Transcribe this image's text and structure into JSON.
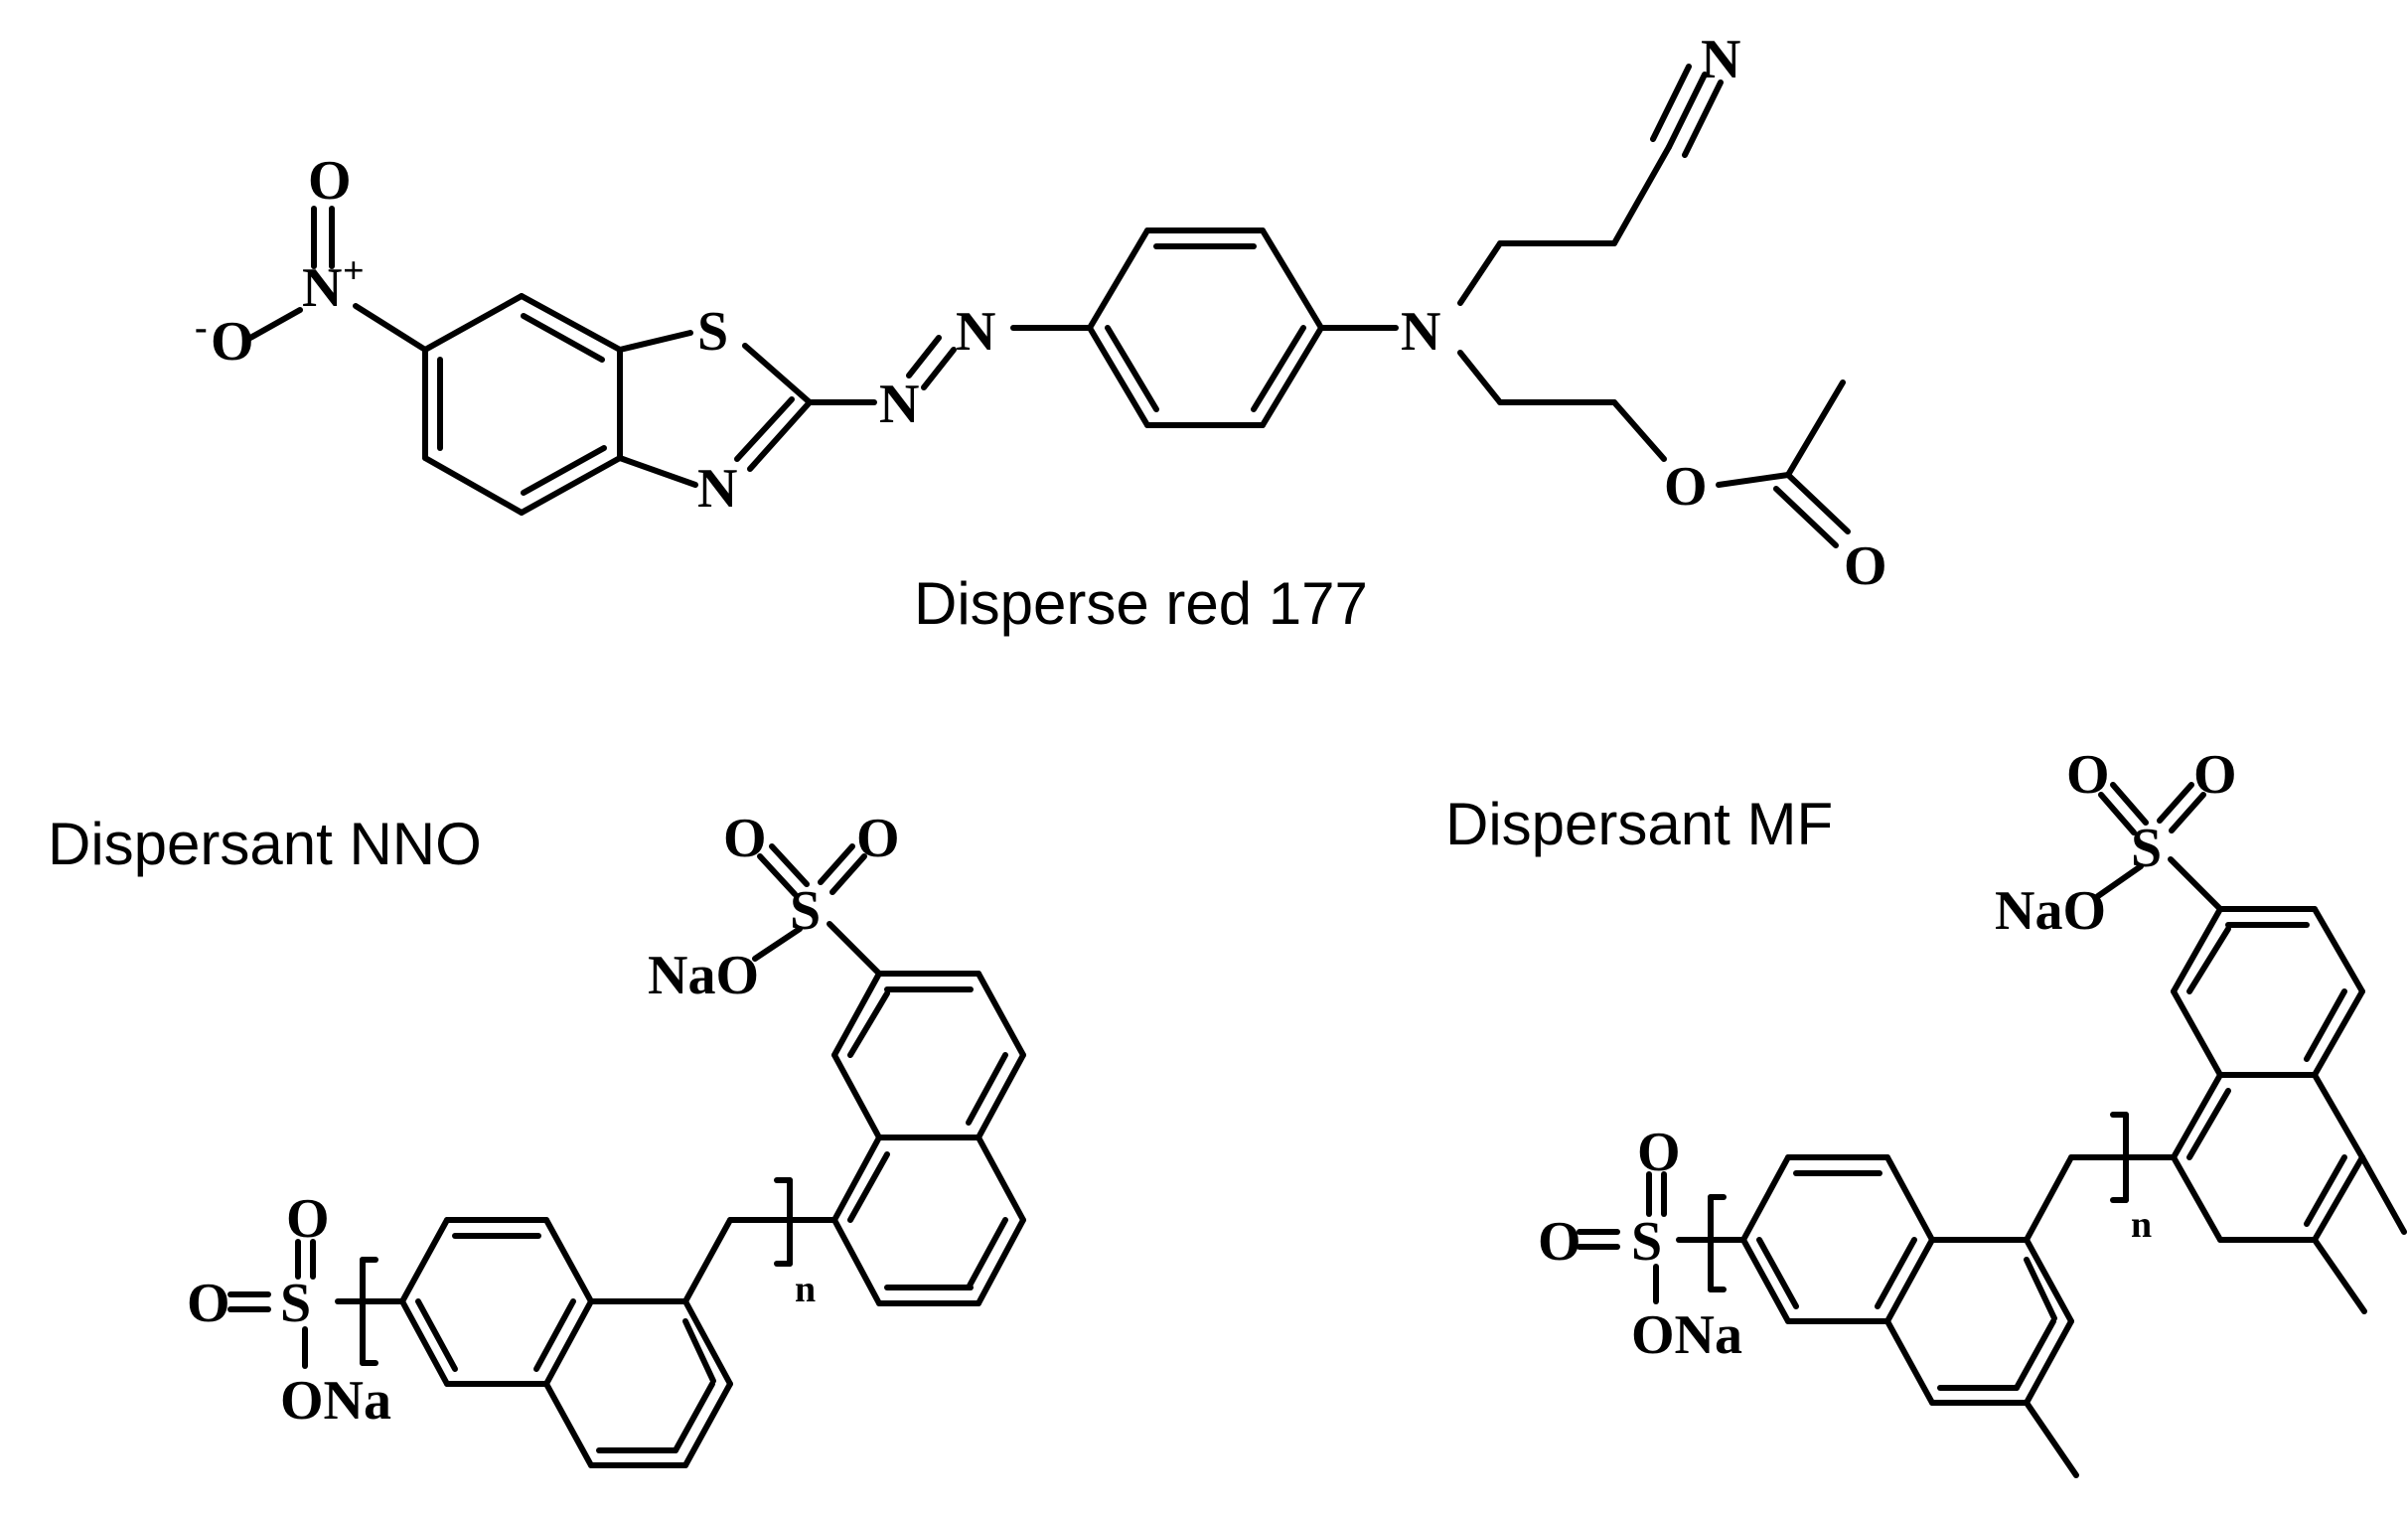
{
  "captions": {
    "dye": "Disperse red 177",
    "nno": "Dispersant NNO",
    "mf": "Dispersant MF"
  },
  "atoms": {
    "oxygen": "O",
    "nitrogen": "N",
    "sulfur": "S",
    "nitro_n": "N",
    "plus": "+",
    "minus": "-",
    "nao": "NaO",
    "ona": "ONa",
    "repeat_n": "n"
  }
}
